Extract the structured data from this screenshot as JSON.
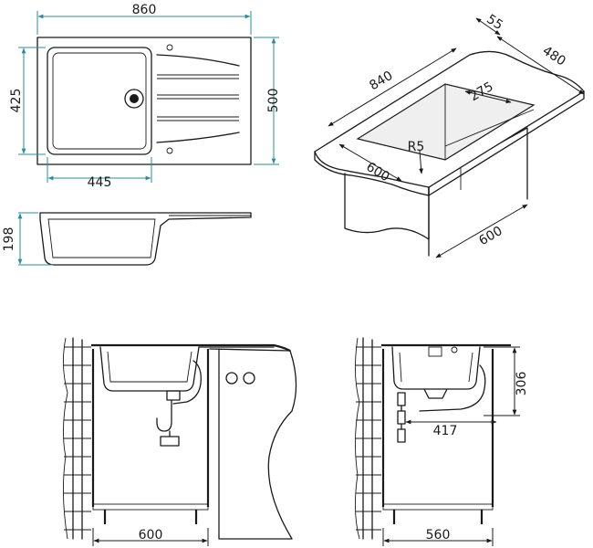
{
  "top_view": {
    "width": "860",
    "height_total": "500",
    "bowl_height": "425",
    "bowl_width": "445"
  },
  "side_view": {
    "depth": "198"
  },
  "iso_view": {
    "length": "840",
    "depth": "480",
    "rim": "55",
    "inner": "275",
    "radius": "R5",
    "cutout": "600",
    "cabinet": "600"
  },
  "front_section": {
    "cabinet_width": "600"
  },
  "side_section": {
    "height": "306",
    "offset": "417",
    "cabinet_depth": "560"
  },
  "colors": {
    "dimension_teal": "#2a8f9a",
    "line": "#1a1a1a"
  }
}
